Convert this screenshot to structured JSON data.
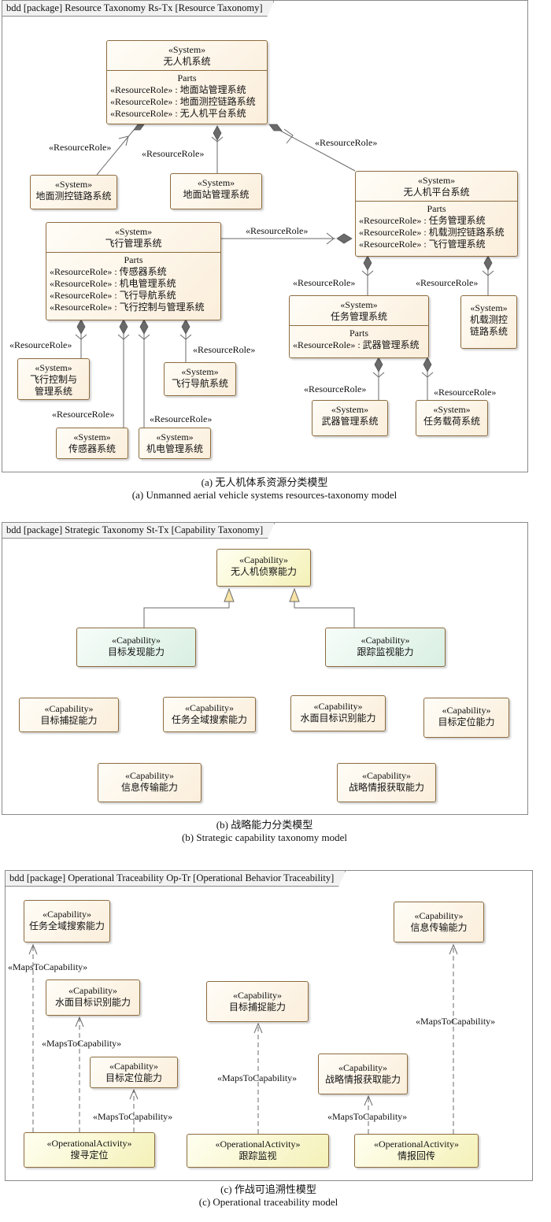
{
  "panel_a": {
    "tab": "bdd [package] Resource Taxonomy Rs-Tx [Resource Taxonomy]",
    "caption_cn": "(a) 无人机体系资源分类模型",
    "caption_en": "(a) Unmanned aerial vehicle systems resources-taxonomy model",
    "role_label": "«ResourceRole»",
    "uav": {
      "stereo": "«System»",
      "name": "无人机系统",
      "parts": "Parts",
      "items": [
        "«ResourceRole» : 地面站管理系统",
        "«ResourceRole» : 地面测控链路系统",
        "«ResourceRole» : 无人机平台系统"
      ]
    },
    "ground_link": {
      "stereo": "«System»",
      "name": "地面测控链路系统"
    },
    "ground_station": {
      "stereo": "«System»",
      "name": "地面站管理系统"
    },
    "platform": {
      "stereo": "«System»",
      "name": "无人机平台系统",
      "parts": "Parts",
      "items": [
        "«ResourceRole» : 任务管理系统",
        "«ResourceRole» : 机载测控链路系统",
        "«ResourceRole» : 飞行管理系统"
      ]
    },
    "flight_mgmt": {
      "stereo": "«System»",
      "name": "飞行管理系统",
      "parts": "Parts",
      "items": [
        "«ResourceRole» : 传感器系统",
        "«ResourceRole» : 机电管理系统",
        "«ResourceRole» : 飞行导航系统",
        "«ResourceRole» : 飞行控制与管理系统"
      ]
    },
    "mission_mgmt": {
      "stereo": "«System»",
      "name": "任务管理系统",
      "parts": "Parts",
      "items": [
        "«ResourceRole» : 武器管理系统"
      ]
    },
    "airborne_link": {
      "stereo": "«System»",
      "name1": "机载测控",
      "name2": "链路系统"
    },
    "flight_ctrl": {
      "stereo": "«System»",
      "name1": "飞行控制与",
      "name2": "管理系统"
    },
    "flight_nav": {
      "stereo": "«System»",
      "name": "飞行导航系统"
    },
    "sensor": {
      "stereo": "«System»",
      "name": "传感器系统"
    },
    "electromech": {
      "stereo": "«System»",
      "name": "机电管理系统"
    },
    "weapon": {
      "stereo": "«System»",
      "name": "武器管理系统"
    },
    "payload": {
      "stereo": "«System»",
      "name": "任务载荷系统"
    }
  },
  "panel_b": {
    "tab": "bdd [package] Strategic Taxonomy St-Tx [Capability Taxonomy]",
    "caption_cn": "(b) 战略能力分类模型",
    "caption_en": "(b) Strategic capability taxonomy model",
    "stereo": "«Capability»",
    "recon": "无人机侦察能力",
    "target_discovery": "目标发现能力",
    "tracking": "跟踪监视能力",
    "capture": "目标捕捉能力",
    "search": "任务全域搜索能力",
    "surface": "水面目标识别能力",
    "locate": "目标定位能力",
    "transmit": "信息传输能力",
    "intel": "战略情报获取能力"
  },
  "panel_c": {
    "tab": "bdd [package] Operational Traceability Op-Tr [Operational Behavior Traceability]",
    "caption_cn": "(c) 作战可追溯性模型",
    "caption_en": "(c) Operational traceability model",
    "cap_stereo": "«Capability»",
    "act_stereo": "«OperationalActivity»",
    "maps_label": "«MapsToCapability»",
    "search": "任务全域搜索能力",
    "transmit": "信息传输能力",
    "surface": "水面目标识别能力",
    "capture": "目标捕捉能力",
    "locate": "目标定位能力",
    "intel": "战略情报获取能力",
    "act_search": "搜寻定位",
    "act_track": "跟踪监视",
    "act_report": "情报回传"
  }
}
